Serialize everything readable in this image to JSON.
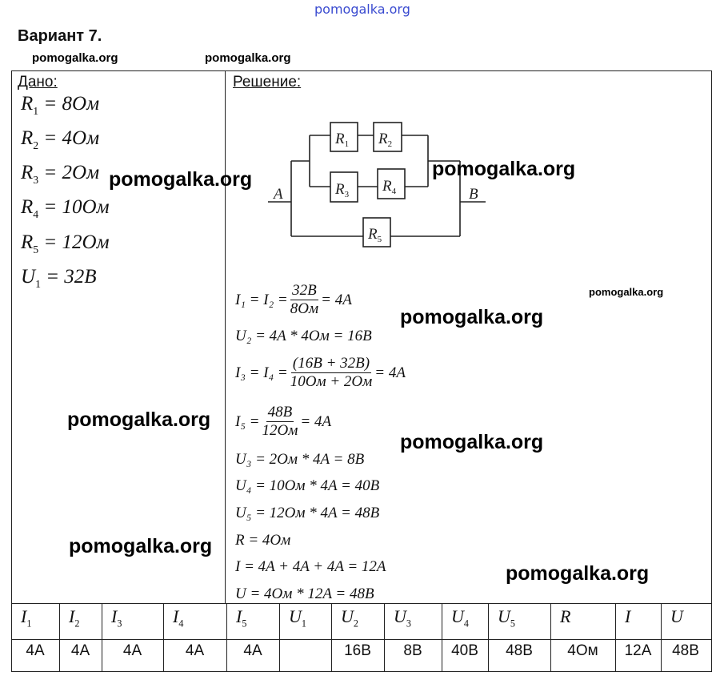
{
  "watermark_top": "pomogalka.org",
  "title": "Вариант 7.",
  "watermarks": [
    "pomogalka.org",
    "pomogalka.org",
    "pomogalka.org",
    "pomogalka.org",
    "pomogalka.org",
    "pomogalka.org",
    "pomogalka.org",
    "pomogalka.org",
    "pomogalka.org",
    "pomogalka.org"
  ],
  "given_label": "Дано:",
  "solution_label": "Решение:",
  "given": [
    {
      "sym": "R",
      "sub": "1",
      "val": " = 8Ом"
    },
    {
      "sym": "R",
      "sub": "2",
      "val": " = 4Ом"
    },
    {
      "sym": "R",
      "sub": "3",
      "val": " = 2Ом"
    },
    {
      "sym": "R",
      "sub": "4",
      "val": " = 10Ом"
    },
    {
      "sym": "R",
      "sub": "5",
      "val": " = 12Ом"
    },
    {
      "sym": "U",
      "sub": "1",
      "val": " = 32В"
    }
  ],
  "circuit": {
    "node_a": "A",
    "node_b": "B",
    "r1": "R",
    "r2": "R",
    "r3": "R",
    "r4": "R",
    "r5": "R",
    "s1": "1",
    "s2": "2",
    "s3": "3",
    "s4": "4",
    "s5": "5"
  },
  "formulas": {
    "f1": {
      "lhs": "I₁ = I₂ =",
      "num": "32B",
      "den": "8Ом",
      "rhs": "= 4A"
    },
    "f2": "U₂ = 4A * 4Ом = 16B",
    "f3": {
      "lhs": "I₃ = I₄ =",
      "num": "(16B + 32B)",
      "den": "10Ом + 2Ом",
      "rhs": "= 4A"
    },
    "f4": {
      "lhs": "I₅ =",
      "num": "48B",
      "den": "12Ом",
      "rhs": "= 4A"
    },
    "f5": "U₃ = 2Ом * 4A = 8B",
    "f6": "U₄ = 10Ом * 4A = 40B",
    "f7": "U₅ = 12Ом * 4A = 48B",
    "f8": "R = 4Ом",
    "f9": "I = 4A + 4A + 4A = 12A",
    "f10": "U = 4Ом * 12A = 48B"
  },
  "table": {
    "headers": [
      {
        "sym": "I",
        "sub": "1"
      },
      {
        "sym": "I",
        "sub": "2"
      },
      {
        "sym": "I",
        "sub": "3"
      },
      {
        "sym": "I",
        "sub": "4"
      },
      {
        "sym": "I",
        "sub": "5"
      },
      {
        "sym": "U",
        "sub": "1"
      },
      {
        "sym": "U",
        "sub": "2"
      },
      {
        "sym": "U",
        "sub": "3"
      },
      {
        "sym": "U",
        "sub": "4"
      },
      {
        "sym": "U",
        "sub": "5"
      },
      {
        "sym": "R",
        "sub": ""
      },
      {
        "sym": "I",
        "sub": ""
      },
      {
        "sym": "U",
        "sub": ""
      }
    ],
    "values": [
      "4A",
      "4A",
      "4A",
      "4A",
      "4A",
      "",
      "16B",
      "8B",
      "40B",
      "48B",
      "4Ом",
      "12A",
      "48B"
    ]
  }
}
